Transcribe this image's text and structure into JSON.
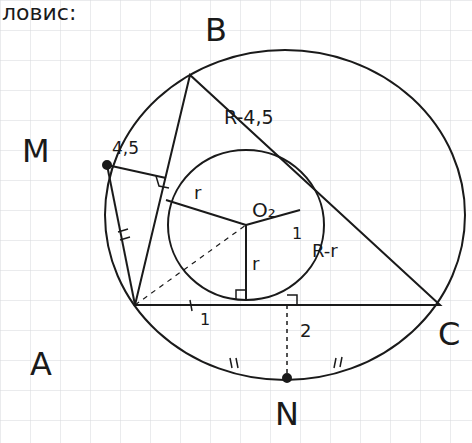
{
  "diagram": {
    "labels": [
      "ловис:",
      "B",
      "M",
      "A",
      "C",
      "N",
      "4,5",
      "R-4,5",
      "r",
      "O₂",
      "r",
      "R-r",
      "1",
      "1",
      "2"
    ]
  }
}
